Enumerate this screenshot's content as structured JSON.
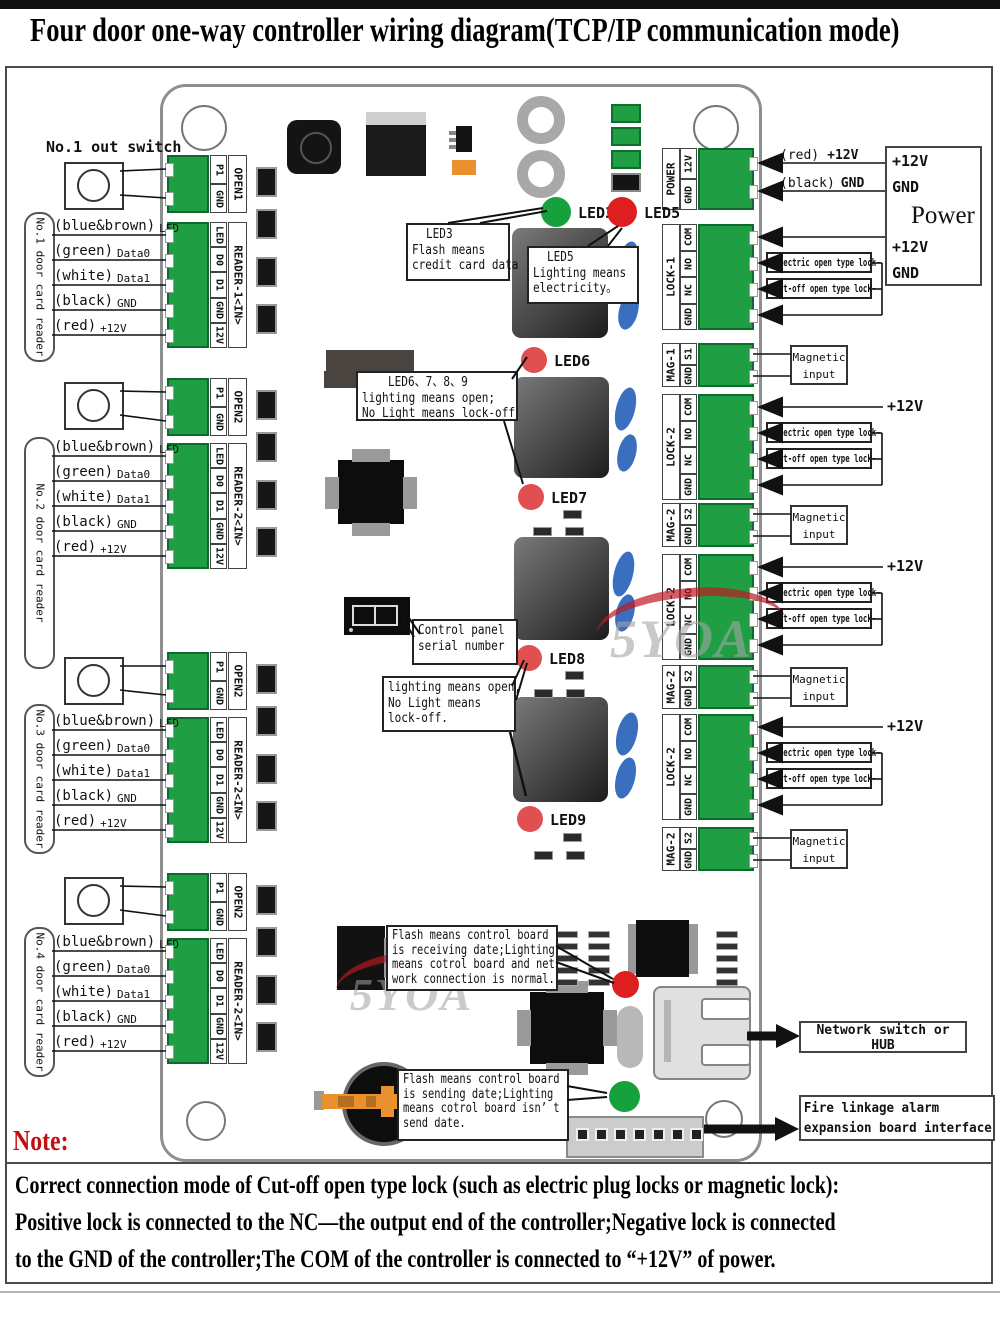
{
  "title": "Four door one-way controller wiring diagram(TCP/IP communication mode)",
  "watermark_text": "5YOA",
  "colors": {
    "terminal_green": "#1f9e44",
    "led_green": "#17a13d",
    "led_red": "#dd1f1f",
    "led_soft_red": "#e05050",
    "cap_blue": "#3a6fc0",
    "orange": "#e8912d"
  },
  "left": {
    "out_switch_label": "No.1 out switch",
    "sections": [
      {
        "reader_label": "No.1 door card reader",
        "open_name": "OPEN1",
        "open_pins": [
          "P1",
          "GND"
        ],
        "reader_name": "READER-1<IN>",
        "reader_pins": [
          "LED",
          "D0",
          "D1",
          "GND",
          "12V"
        ],
        "wires": [
          {
            "color": "(blue&brown)",
            "signal": "LED"
          },
          {
            "color": "(green)",
            "signal": "Data0"
          },
          {
            "color": "(white)",
            "signal": "Data1"
          },
          {
            "color": "(black)",
            "signal": "GND"
          },
          {
            "color": "(red)",
            "signal": "+12V"
          }
        ]
      },
      {
        "reader_label": "No.2 door card reader",
        "open_name": "OPEN2",
        "open_pins": [
          "P1",
          "GND"
        ],
        "reader_name": "READER-2<IN>",
        "reader_pins": [
          "LED",
          "D0",
          "D1",
          "GND",
          "12V"
        ],
        "wires": [
          {
            "color": "(blue&brown)",
            "signal": "LED"
          },
          {
            "color": "(green)",
            "signal": "Data0"
          },
          {
            "color": "(white)",
            "signal": "Data1"
          },
          {
            "color": "(black)",
            "signal": "GND"
          },
          {
            "color": "(red)",
            "signal": "+12V"
          }
        ]
      },
      {
        "reader_label": "No.3 door card reader",
        "open_name": "OPEN2",
        "open_pins": [
          "P1",
          "GND"
        ],
        "reader_name": "READER-2<IN>",
        "reader_pins": [
          "LED",
          "D0",
          "D1",
          "GND",
          "12V"
        ],
        "wires": [
          {
            "color": "(blue&brown)",
            "signal": "LED"
          },
          {
            "color": "(green)",
            "signal": "Data0"
          },
          {
            "color": "(white)",
            "signal": "Data1"
          },
          {
            "color": "(black)",
            "signal": "GND"
          },
          {
            "color": "(red)",
            "signal": "+12V"
          }
        ]
      },
      {
        "reader_label": "No.4 door card reader",
        "open_name": "OPEN2",
        "open_pins": [
          "P1",
          "GND"
        ],
        "reader_name": "READER-2<IN>",
        "reader_pins": [
          "LED",
          "D0",
          "D1",
          "GND",
          "12V"
        ],
        "wires": [
          {
            "color": "(blue&brown)",
            "signal": "LED"
          },
          {
            "color": "(green)",
            "signal": "Data0"
          },
          {
            "color": "(white)",
            "signal": "Data1"
          },
          {
            "color": "(black)",
            "signal": "GND"
          },
          {
            "color": "(red)",
            "signal": "+12V"
          }
        ]
      }
    ]
  },
  "power": {
    "name": "POWER",
    "pins": [
      "12V",
      "GND"
    ],
    "wire_red": {
      "color": "(red)",
      "signal": "+12V"
    },
    "wire_black": {
      "color": "(black)",
      "signal": "GND"
    },
    "box_lines": [
      "+12V",
      "GND",
      "Power",
      "+12V",
      "GND"
    ]
  },
  "locks": [
    {
      "name": "LOCK-1",
      "pins": [
        "COM",
        "NO",
        "NC",
        "GND"
      ],
      "v12": "",
      "electric": "+Electric open type lock-",
      "cutoff": "+Cut-off open type lock-"
    },
    {
      "name": "LOCK-2",
      "pins": [
        "COM",
        "NO",
        "NC",
        "GND"
      ],
      "v12": "+12V",
      "electric": "+Electric open type lock-",
      "cutoff": "+Cut-off open type lock-"
    },
    {
      "name": "LOCK-2",
      "pins": [
        "COM",
        "NO",
        "NC",
        "GND"
      ],
      "v12": "+12V",
      "electric": "+Electric open type lock-",
      "cutoff": "+Cut-off open type lock-"
    },
    {
      "name": "LOCK-2",
      "pins": [
        "COM",
        "NO",
        "NC",
        "GND"
      ],
      "v12": "+12V",
      "electric": "+Electric open type lock-",
      "cutoff": "+Cut-off open type lock-"
    }
  ],
  "mags": [
    {
      "name": "MAG-1",
      "pins": [
        "S1",
        "GND"
      ],
      "label_lines": [
        "Magnetic",
        "input"
      ]
    },
    {
      "name": "MAG-2",
      "pins": [
        "S2",
        "GND"
      ],
      "label_lines": [
        "Magnetic",
        "input"
      ]
    },
    {
      "name": "MAG-2",
      "pins": [
        "S2",
        "GND"
      ],
      "label_lines": [
        "Magnetic",
        "input"
      ]
    },
    {
      "name": "MAG-2",
      "pins": [
        "S2",
        "GND"
      ],
      "label_lines": [
        "Magnetic",
        "input"
      ]
    }
  ],
  "leds": [
    {
      "name": "LED3"
    },
    {
      "name": "LED5"
    },
    {
      "name": "LED6"
    },
    {
      "name": "LED7"
    },
    {
      "name": "LED8"
    },
    {
      "name": "LED9"
    }
  ],
  "callouts": {
    "led3": [
      "LED3",
      "Flash means",
      "credit card data"
    ],
    "led5": [
      "LED5",
      "Lighting means",
      "electricity。"
    ],
    "led6": [
      "LED6、7、8、9",
      "lighting means open;",
      "No Light means lock-off"
    ],
    "serial": [
      "Control panel",
      "serial number"
    ],
    "lockoff": [
      "lighting means open,",
      "No Light means",
      "lock-off."
    ],
    "receiving": [
      "Flash means control board",
      "is receiving date;Lighting",
      "means cotrol board and net",
      "work connection is normal."
    ],
    "sending": [
      "Flash means control board",
      "is sending date;Lighting",
      "means cotrol board isn’ t",
      "send date."
    ]
  },
  "io_boxes": {
    "network": "Network switch or HUB",
    "fire_lines": [
      "Fire linkage alarm",
      "expansion board interface"
    ]
  },
  "note": {
    "label": "Note:",
    "lines": [
      "Correct connection mode of Cut-off open type lock (such as electric plug locks or magnetic lock):",
      "Positive lock is connected to the NC—the output end of the controller;Negative lock is connected",
      "to the GND of the controller;The COM of the controller is connected to “+12V” of power."
    ]
  }
}
